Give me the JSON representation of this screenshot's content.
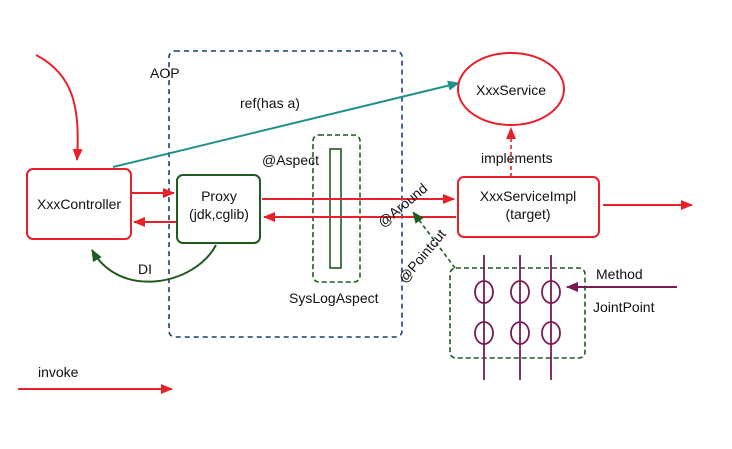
{
  "colors": {
    "red": "#e8202a",
    "teal": "#21908c",
    "green": "#1f5a1f",
    "navy": "#1b3f7a",
    "purple": "#7a1a55",
    "text": "#111111"
  },
  "labels": {
    "aop": "AOP",
    "ref_has_a": "ref(has a)",
    "xxx_service": "XxxService",
    "implements": "implements",
    "aspect": "@Aspect",
    "xxx_controller": "XxxController",
    "proxy_line1": "Proxy",
    "proxy_line2": "(jdk,cglib)",
    "impl_line1": "XxxServiceImpl",
    "impl_line2": "(target)",
    "around": "@Around",
    "pointcut": "@Pointcut",
    "di": "DI",
    "sys_log_aspect": "SysLogAspect",
    "method": "Method",
    "joint_point": "JointPoint",
    "invoke": "invoke"
  }
}
